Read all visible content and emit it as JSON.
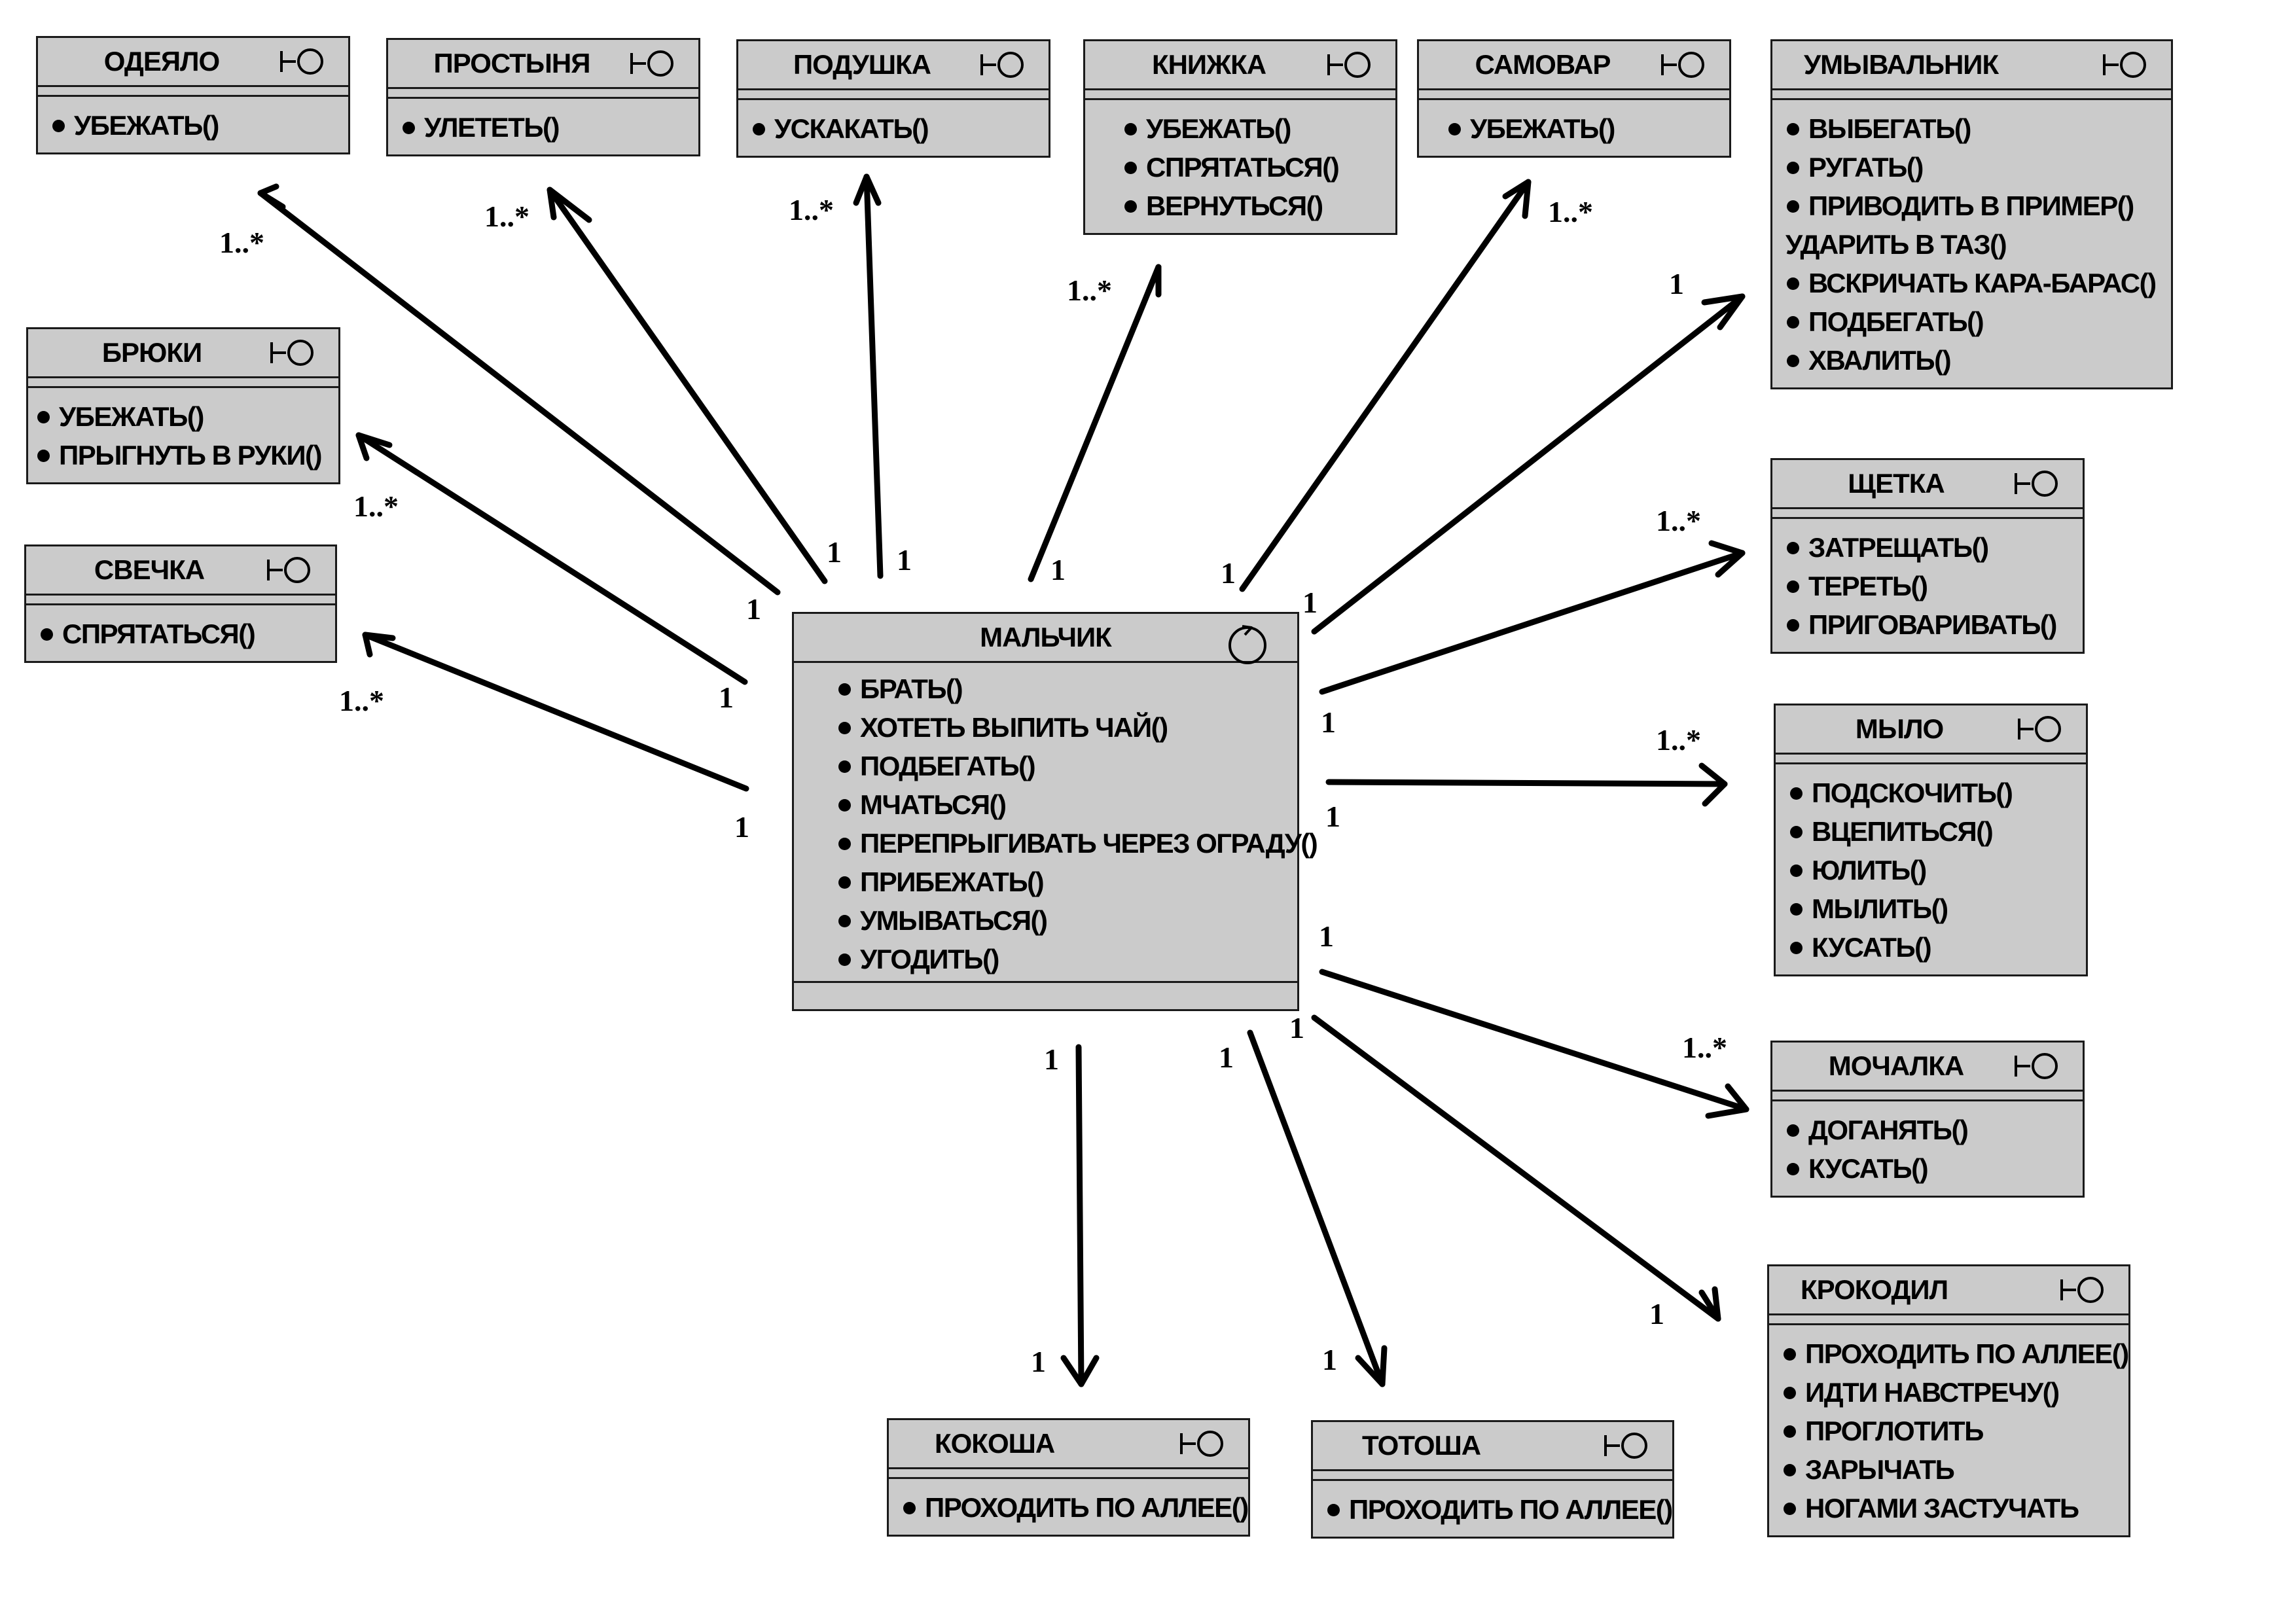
{
  "center": {
    "name": "МАЛЬЧИК",
    "ops": [
      "БРАТЬ()",
      "ХОТЕТЬ ВЫПИТЬ ЧАЙ()",
      "ПОДБЕГАТЬ()",
      "МЧАТЬСЯ()",
      "ПЕРЕПРЫГИВАТЬ ЧЕРЕЗ ОГРАДУ()",
      "ПРИБЕЖАТЬ()",
      "УМЫВАТЬСЯ()",
      "УГОДИТЬ()"
    ]
  },
  "classes": [
    {
      "name": "ОДЕЯЛО",
      "ops": [
        {
          "text": "УБЕЖАТЬ()",
          "bullet": true
        }
      ]
    },
    {
      "name": "ПРОСТЫНЯ",
      "ops": [
        {
          "text": "УЛЕТЕТЬ()",
          "bullet": true
        }
      ]
    },
    {
      "name": "ПОДУШКА",
      "ops": [
        {
          "text": "УСКАКАТЬ()",
          "bullet": true
        }
      ]
    },
    {
      "name": "КНИЖКА",
      "ops": [
        {
          "text": "УБЕЖАТЬ()",
          "bullet": true
        },
        {
          "text": "СПРЯТАТЬСЯ()",
          "bullet": true
        },
        {
          "text": "ВЕРНУТЬСЯ()",
          "bullet": true
        }
      ]
    },
    {
      "name": "САМОВАР",
      "ops": [
        {
          "text": "УБЕЖАТЬ()",
          "bullet": true
        }
      ]
    },
    {
      "name": "УМЫВАЛЬНИК",
      "ops": [
        {
          "text": "ВЫБЕГАТЬ()",
          "bullet": true
        },
        {
          "text": "РУГАТЬ()",
          "bullet": true
        },
        {
          "text": "ПРИВОДИТЬ В ПРИМЕР()",
          "bullet": true
        },
        {
          "text": "УДАРИТЬ В ТАЗ()",
          "bullet": false
        },
        {
          "text": "ВСКРИЧАТЬ КАРА-БАРАС()",
          "bullet": true
        },
        {
          "text": "ПОДБЕГАТЬ()",
          "bullet": true
        },
        {
          "text": "ХВАЛИТЬ()",
          "bullet": true
        }
      ]
    },
    {
      "name": "БРЮКИ",
      "ops": [
        {
          "text": "УБЕЖАТЬ()",
          "bullet": true
        },
        {
          "text": "ПРЫГНУТЬ В РУКИ()",
          "bullet": true
        }
      ]
    },
    {
      "name": "СВЕЧКА",
      "ops": [
        {
          "text": "СПРЯТАТЬСЯ()",
          "bullet": true
        }
      ]
    },
    {
      "name": "ЩЕТКА",
      "ops": [
        {
          "text": "ЗАТРЕЩАТЬ()",
          "bullet": true
        },
        {
          "text": "ТЕРЕТЬ()",
          "bullet": true
        },
        {
          "text": "ПРИГОВАРИВАТЬ()",
          "bullet": true
        }
      ]
    },
    {
      "name": "МЫЛО",
      "ops": [
        {
          "text": "ПОДСКОЧИТЬ()",
          "bullet": true
        },
        {
          "text": "ВЦЕПИТЬСЯ()",
          "bullet": true
        },
        {
          "text": "ЮЛИТЬ()",
          "bullet": true
        },
        {
          "text": "МЫЛИТЬ()",
          "bullet": true
        },
        {
          "text": "КУСАТЬ()",
          "bullet": true
        }
      ]
    },
    {
      "name": "МОЧАЛКА",
      "ops": [
        {
          "text": "ДОГАНЯТЬ()",
          "bullet": true
        },
        {
          "text": "КУСАТЬ()",
          "bullet": true
        }
      ]
    },
    {
      "name": "КРОКОДИЛ",
      "ops": [
        {
          "text": "ПРОХОДИТЬ ПО АЛЛЕЕ()",
          "bullet": true
        },
        {
          "text": "ИДТИ НАВСТРЕЧУ()",
          "bullet": true
        },
        {
          "text": "ПРОГЛОТИТЬ",
          "bullet": true
        },
        {
          "text": "ЗАРЫЧАТЬ",
          "bullet": true
        },
        {
          "text": "НОГАМИ ЗАСТУЧАТЬ",
          "bullet": true
        }
      ]
    },
    {
      "name": "КОКОША",
      "ops": [
        {
          "text": "ПРОХОДИТЬ ПО АЛЛЕЕ()",
          "bullet": true
        }
      ]
    },
    {
      "name": "ТОТОША",
      "ops": [
        {
          "text": "ПРОХОДИТЬ ПО АЛЛЕЕ()",
          "bullet": true
        }
      ]
    }
  ],
  "associations": [
    {
      "target": "ОДЕЯЛО",
      "source_mult": "1",
      "target_mult": "1..*"
    },
    {
      "target": "ПРОСТЫНЯ",
      "source_mult": "1",
      "target_mult": "1..*"
    },
    {
      "target": "ПОДУШКА",
      "source_mult": "1",
      "target_mult": "1..*"
    },
    {
      "target": "КНИЖКА",
      "source_mult": "1",
      "target_mult": "1..*"
    },
    {
      "target": "САМОВАР",
      "source_mult": "1",
      "target_mult": "1..*"
    },
    {
      "target": "УМЫВАЛЬНИК",
      "source_mult": "1",
      "target_mult": "1"
    },
    {
      "target": "БРЮКИ",
      "source_mult": "1",
      "target_mult": "1..*"
    },
    {
      "target": "СВЕЧКА",
      "source_mult": "1",
      "target_mult": "1..*"
    },
    {
      "target": "ЩЕТКА",
      "source_mult": "1",
      "target_mult": "1..*"
    },
    {
      "target": "МЫЛО",
      "source_mult": "1",
      "target_mult": "1..*"
    },
    {
      "target": "МОЧАЛКА",
      "source_mult": "1",
      "target_mult": "1..*"
    },
    {
      "target": "КРОКОДИЛ",
      "source_mult": "1",
      "target_mult": "1"
    },
    {
      "target": "КОКОША",
      "source_mult": "1",
      "target_mult": "1"
    },
    {
      "target": "ТОТОША",
      "source_mult": "1",
      "target_mult": "1"
    }
  ]
}
